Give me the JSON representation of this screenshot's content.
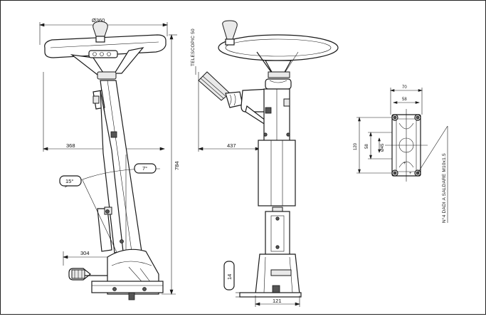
{
  "drawing": {
    "side_view": {
      "wheel_diameter": "Ø360",
      "horizontal_reach": "368",
      "height": "784",
      "base_offset": "304",
      "tilt_forward": "15°",
      "tilt_back": "7°"
    },
    "front_view": {
      "telescopic_note": "TELESCOPIC 50",
      "width": "437",
      "base_height": "14",
      "base_width": "121"
    },
    "flange": {
      "outer_width": "70",
      "inner_width": "58",
      "outer_height": "120",
      "inner_height": "58",
      "bore_diameter": "Ø45",
      "stud_note": "N°4 DADI A SALDARE M10x1.5"
    }
  }
}
